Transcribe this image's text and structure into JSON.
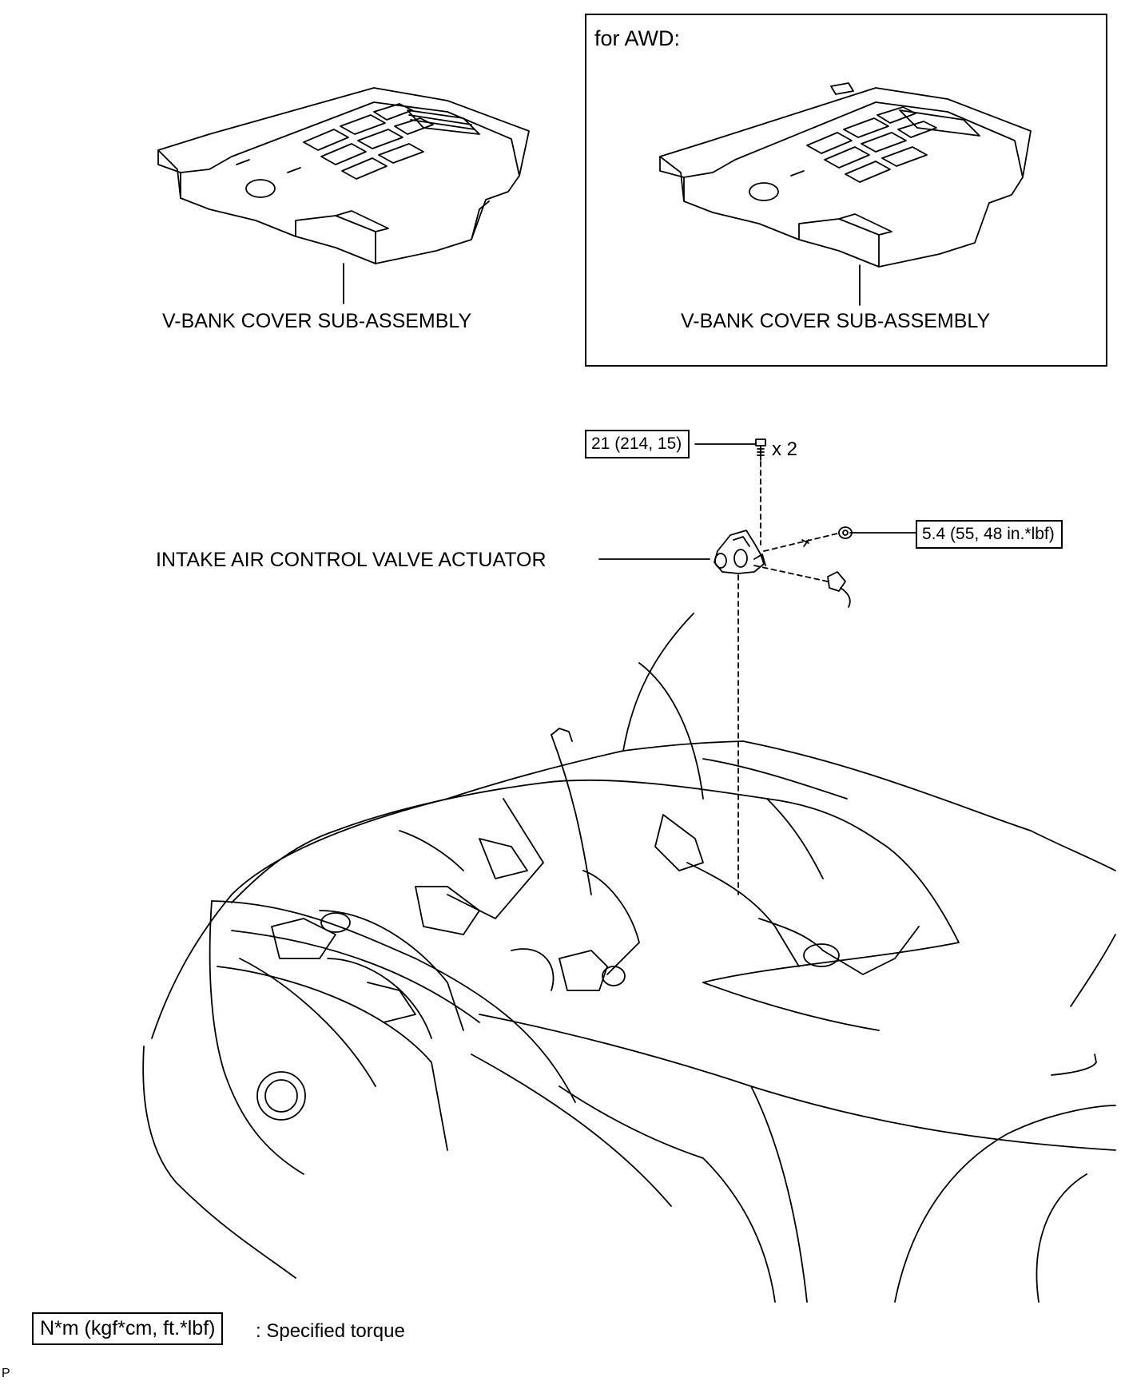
{
  "labels": {
    "vbank_cover_left": "V-BANK COVER SUB-ASSEMBLY",
    "vbank_cover_awd": "V-BANK COVER SUB-ASSEMBLY",
    "awd_title": "for AWD:",
    "actuator": "INTAKE AIR CONTROL VALVE ACTUATOR",
    "bolt_qty": "x 2"
  },
  "torques": {
    "bolt": "21 (214, 15)",
    "nut": "5.4 (55, 48 in.*lbf)"
  },
  "legend": {
    "box": "N*m (kgf*cm, ft.*lbf)",
    "text": ": Specified torque"
  },
  "page_id": "P"
}
